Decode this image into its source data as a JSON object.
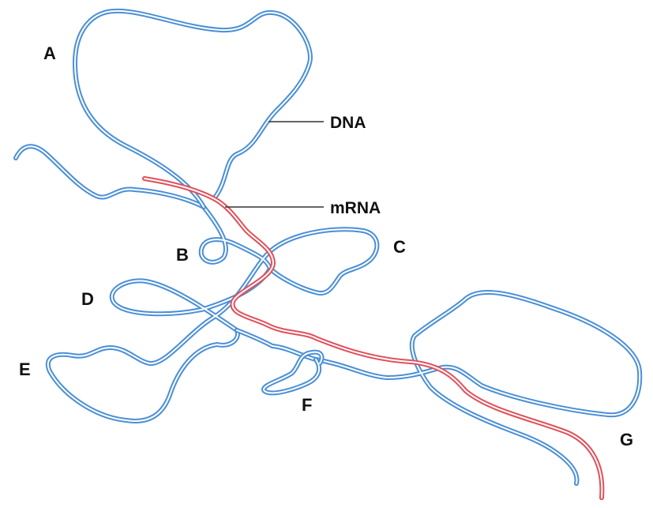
{
  "loop_labels": {
    "A": "A",
    "B": "B",
    "C": "C",
    "D": "D",
    "E": "E",
    "F": "F",
    "G": "G"
  },
  "callouts": {
    "dna": "DNA",
    "mrna": "mRNA"
  },
  "colors": {
    "dna_strand": "#4a8fd6",
    "mrna_strand": "#e0505a",
    "leader_line": "#333333",
    "label_text": "#111111"
  }
}
